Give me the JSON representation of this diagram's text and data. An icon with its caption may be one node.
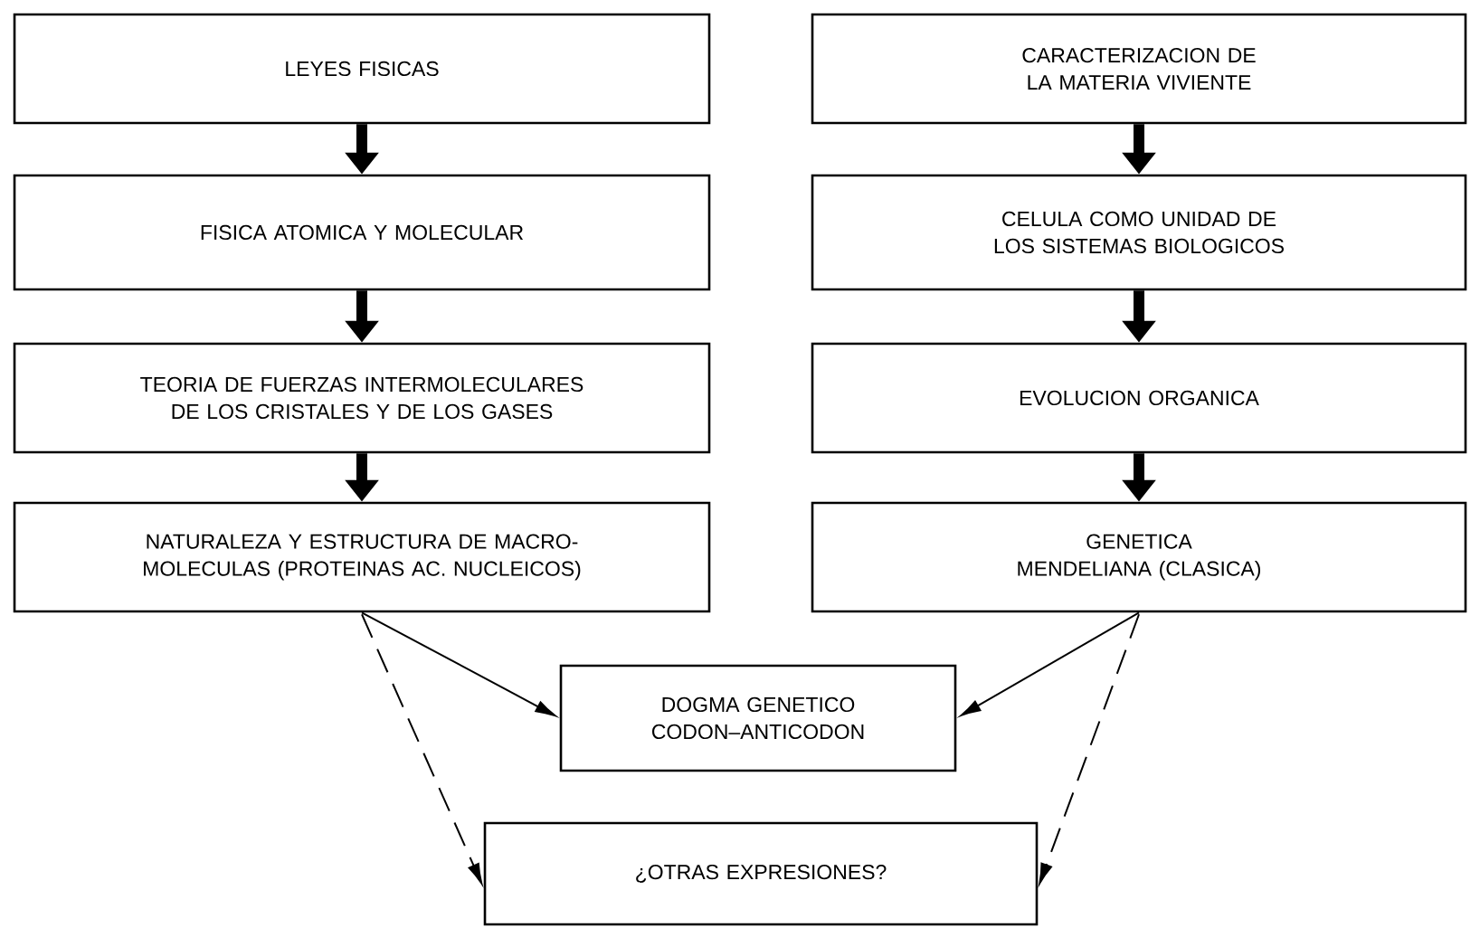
{
  "diagram": {
    "nodes": [
      {
        "text": [
          "LEYES FISICAS"
        ]
      },
      {
        "text": [
          "FISICA ATOMICA Y MOLECULAR"
        ]
      },
      {
        "text": [
          "TEORIA DE FUERZAS INTERMOLECULARES DE LOS CRISTALES Y DE LOS GASES"
        ]
      },
      {
        "text": [
          "NATURALEZA Y ESTRUCTURA DE MACRO- MOLECULAS (PROTEINAS AC. NUCLEICOS)"
        ]
      },
      {
        "text": [
          "CARACTERIZACION DE LA MATERIA VIVIENTE"
        ]
      },
      {
        "text": [
          "CELULA COMO UNIDAD DE LOS SISTEMAS BIOLOGICOS"
        ]
      },
      {
        "text": [
          "EVOLUCION ORGANICA"
        ]
      },
      {
        "text": [
          "GENETICA MENDELIANA (CLASICA)"
        ]
      },
      {
        "text": [
          "DOGMA GENETICO CODON–ANTICODON"
        ]
      },
      {
        "text": [
          "¿OTRAS EXPRESIONES?"
        ]
      }
    ],
    "edges": [
      {
        "from": 0,
        "to": 1,
        "arrow": "to"
      },
      {
        "from": 1,
        "to": 2,
        "arrow": "to"
      },
      {
        "from": 2,
        "to": 3,
        "arrow": "to"
      },
      {
        "from": 4,
        "to": 5,
        "arrow": "to"
      },
      {
        "from": 5,
        "to": 6,
        "arrow": "to"
      },
      {
        "from": 6,
        "to": 7,
        "arrow": "to"
      },
      {
        "from": 3,
        "to": 8,
        "arrow": "to"
      },
      {
        "from": 7,
        "to": 8,
        "arrow": "to"
      },
      {
        "from": 3,
        "to": 9,
        "arrow": "to",
        "style": "dashed"
      },
      {
        "from": 7,
        "to": 9,
        "arrow": "to",
        "style": "dashed"
      }
    ]
  }
}
